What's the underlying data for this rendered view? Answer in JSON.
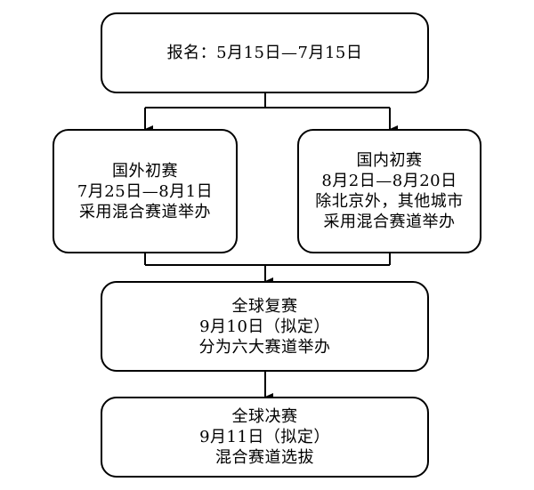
{
  "flowchart": {
    "registration": {
      "line1": "报名：5月15日—7月15日"
    },
    "intl_prelim": {
      "title": "国外初赛",
      "dates": "7月25日—8月1日",
      "note": "采用混合赛道举办"
    },
    "domestic_prelim": {
      "title": "国内初赛",
      "dates": "8月2日—8月20日",
      "note1": "除北京外，其他城市",
      "note2": "采用混合赛道举办"
    },
    "global_semifinal": {
      "title": "全球复赛",
      "dates": "9月10日（拟定）",
      "note": "分为六大赛道举办"
    },
    "global_final": {
      "title": "全球决赛",
      "dates": "9月11日（拟定）",
      "note": "混合赛道选拔"
    }
  },
  "colors": {
    "line": "#000000",
    "box_border": "#000000",
    "background": "#ffffff"
  }
}
